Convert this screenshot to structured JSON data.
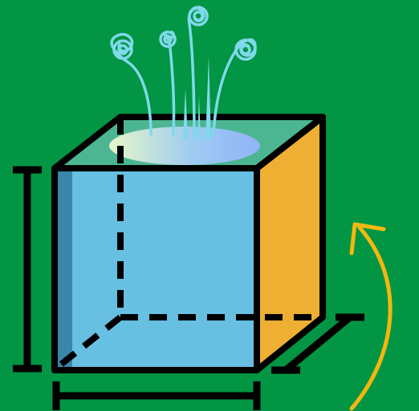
{
  "illustration": {
    "background": "#029544",
    "cube": {
      "front_face_color": "#67BFE1",
      "front_edge_shade_color": "#3A86AB",
      "top_face_color": "#4CB592",
      "side_face_color": "#EFAF32",
      "outline_color": "#000000"
    },
    "opening_gradient": [
      "#E7F7C8",
      "#9FCBF2",
      "#91B3F9"
    ],
    "steam_color": "#7FD9EA",
    "rotation_arrow_color": "#F3B80F",
    "dimension_marks": [
      "height-dimension",
      "width-dimension",
      "depth-dimension"
    ]
  }
}
